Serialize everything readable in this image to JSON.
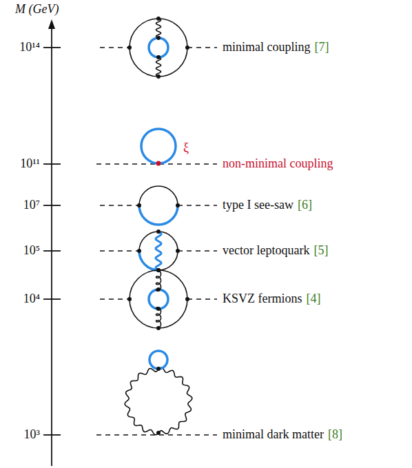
{
  "diagram": {
    "labels": [
      "M (GeV)",
      "10¹⁴",
      "10¹¹",
      "10⁷",
      "10⁵",
      "10⁴",
      "10³",
      "minimal coupling",
      "[7]",
      "ξ",
      "non-minimal coupling",
      "type I see-saw",
      "[6]",
      "vector leptoquark",
      "[5]",
      "KSVZ fermions",
      "[4]",
      "minimal dark matter",
      "[8]"
    ]
  }
}
